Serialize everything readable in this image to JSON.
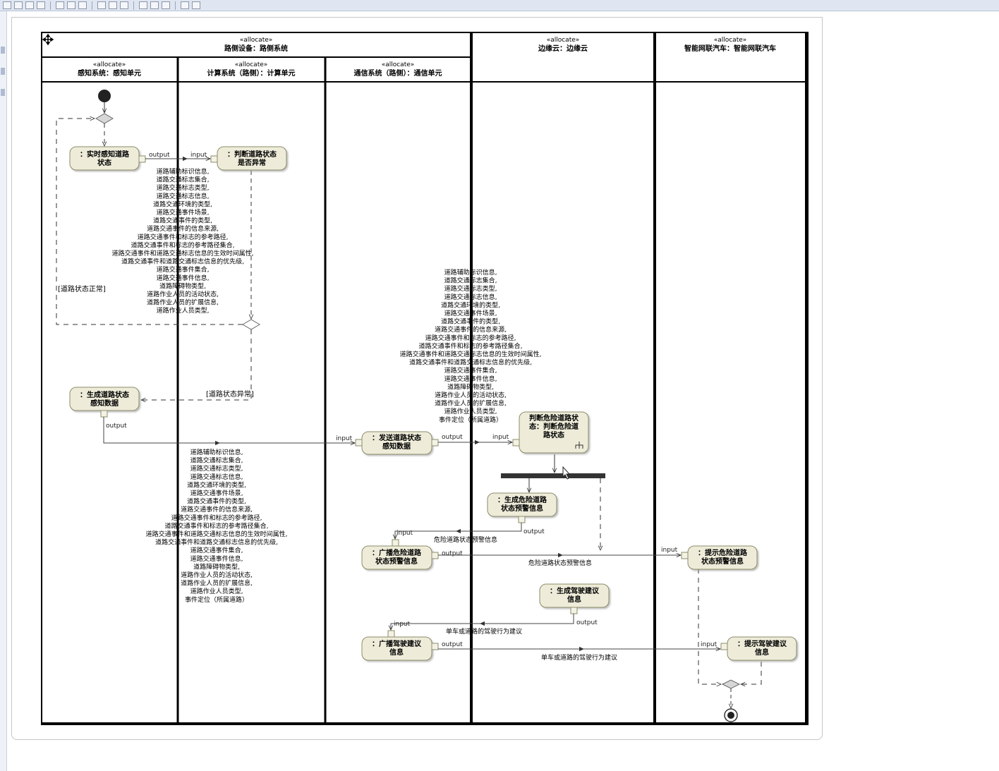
{
  "colors": {
    "action_fill": "#eeecd9",
    "action_stroke": "#8c8c6a",
    "lane_border": "#000000",
    "flow": "#444444"
  },
  "toolbar": {
    "icons": [
      "new-icon",
      "open-icon",
      "save-icon",
      "print-icon",
      "layout-icon",
      "zoom-icon",
      "settings-icon",
      "search-icon",
      "play-icon"
    ]
  },
  "lanes": {
    "group1": {
      "stereotype": "«allocate»",
      "name": "路侧设备：路侧系统"
    },
    "sense": {
      "stereotype": "«allocate»",
      "name": "感知系统：感知单元"
    },
    "compute": {
      "stereotype": "«allocate»",
      "name": "计算系统（路侧）：计算单元"
    },
    "comm": {
      "stereotype": "«allocate»",
      "name": "通信系统（路侧）：通信单元"
    },
    "edge": {
      "stereotype": "«allocate»",
      "name": "边缘云：边缘云"
    },
    "car": {
      "stereotype": "«allocate»",
      "name": "智能网联汽车：智能网联汽车"
    }
  },
  "actions": {
    "sense_road": [
      "：实时感知道路",
      "状态"
    ],
    "judge_abnormal": [
      "：判断道路状态",
      "是否异常"
    ],
    "gen_sense_data": [
      "：生成道路状态",
      "感知数据"
    ],
    "send_sense_data": [
      "：发送道路状态",
      "感知数据"
    ],
    "judge_danger": [
      "判断危险道路状",
      "态：判断危险道",
      "路状态"
    ],
    "gen_warning": [
      "：生成危险道路",
      "状态预警信息"
    ],
    "broadcast_warning": [
      "：广播危险道路",
      "状态预警信息"
    ],
    "prompt_warning": [
      "：提示危险道路",
      "状态预警信息"
    ],
    "gen_advice": [
      "：生成驾驶建议",
      "信息"
    ],
    "broadcast_advice": [
      "：广播驾驶建议",
      "信息"
    ],
    "prompt_advice": [
      "：提示驾驶建议",
      "信息"
    ]
  },
  "pins": {
    "output": "output",
    "input": "input"
  },
  "guards": {
    "normal": "[道路状态正常]",
    "abnormal": "[道路状态异常]"
  },
  "object_flows": {
    "road_info_list": [
      "道路辅助标识信息,",
      "道路交通标志集合,",
      "道路交通标志类型,",
      "道路交通标志信息,",
      "道路交通环境的类型,",
      "道路交通事件场景,",
      "道路交通事件的类型,",
      "道路交通事件的信息来源,",
      "道路交通事件和标志的参考路径,",
      "道路交通事件和标志的参考路径集合,",
      "道路交通事件和道路交通标志信息的生效时间属性,",
      "道路交通事件和道路交通标志信息的优先级,",
      "道路交通事件集合,",
      "道路交通事件信息,",
      "道路障碍物类型,",
      "道路作业人员的活动状态,",
      "道路作业人员的扩展信息,",
      "道路作业人员类型,"
    ],
    "event_location": "事件定位（所属道路）",
    "warning_info": "危险道路状态预警信息",
    "advice_info": "单车或道路的驾驶行为建议"
  }
}
